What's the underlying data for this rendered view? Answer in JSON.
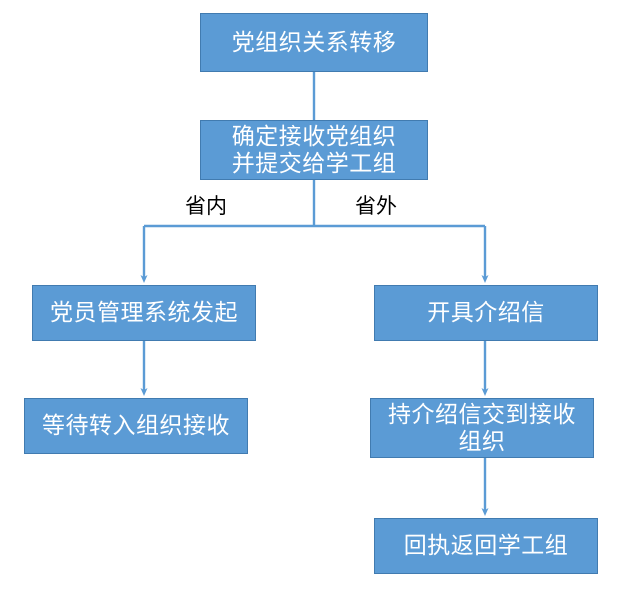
{
  "diagram": {
    "title": "党组织关系转移",
    "type": "flowchart",
    "orientation": "top-down",
    "theme": {
      "node_fill": "#5B9BD5",
      "node_border": "#417BB0",
      "node_text": "#FFFFFF",
      "connector": "#5B9BD5",
      "label_text": "#000000",
      "background": "#FFFFFF"
    },
    "nodes": [
      {
        "id": "transfer",
        "label": "党组织关系转移"
      },
      {
        "id": "confirm",
        "label": "确定接收党组织\n并提交给学工组"
      },
      {
        "id": "system_start",
        "label": "党员管理系统发起"
      },
      {
        "id": "wait_receive",
        "label": "等待转入组织接收"
      },
      {
        "id": "issue_letter",
        "label": "开具介绍信"
      },
      {
        "id": "deliver_letter",
        "label": "持介绍信交到接收\n组织"
      },
      {
        "id": "receipt_back",
        "label": "回执返回学工组"
      }
    ],
    "edge_labels": {
      "in_province": "省内",
      "out_province": "省外"
    },
    "edges": [
      {
        "from": "transfer",
        "to": "confirm",
        "label": ""
      },
      {
        "from": "confirm",
        "to": "system_start",
        "label": "省内"
      },
      {
        "from": "confirm",
        "to": "issue_letter",
        "label": "省外"
      },
      {
        "from": "system_start",
        "to": "wait_receive",
        "label": ""
      },
      {
        "from": "issue_letter",
        "to": "deliver_letter",
        "label": ""
      },
      {
        "from": "deliver_letter",
        "to": "receipt_back",
        "label": ""
      }
    ]
  }
}
